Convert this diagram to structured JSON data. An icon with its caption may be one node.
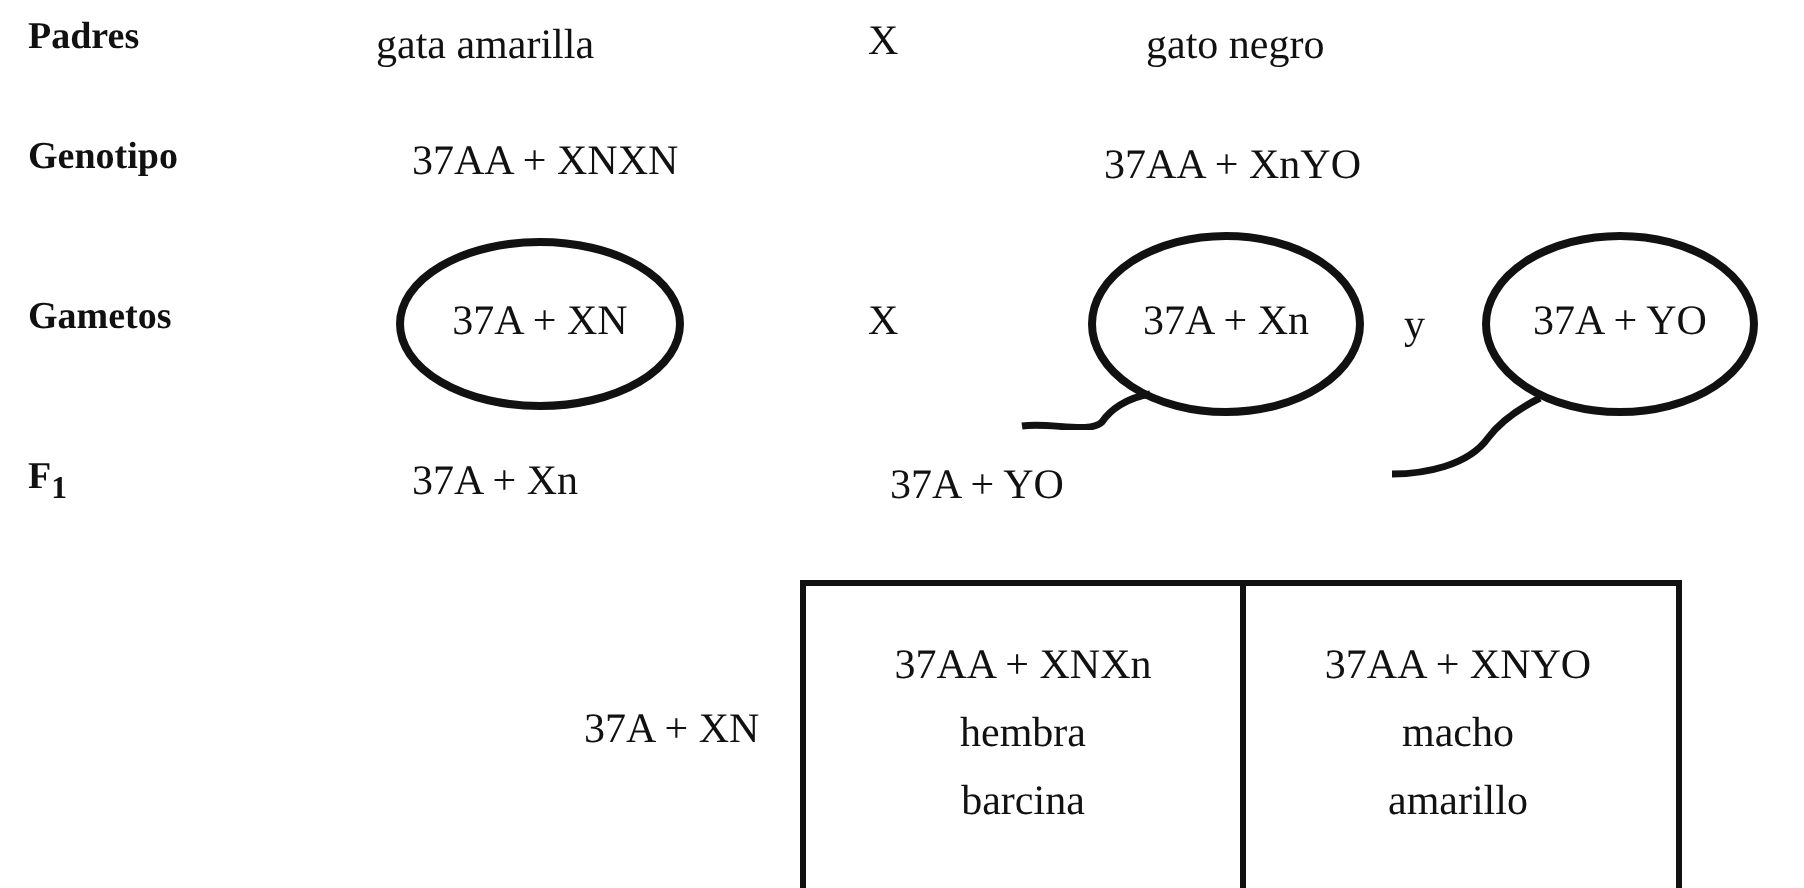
{
  "diagram": {
    "nodes": [
      {
        "text": [
          "37A + XN"
        ]
      },
      {
        "text": [
          "37A + Xn"
        ]
      },
      {
        "text": [
          "37A + YO"
        ]
      }
    ],
    "labels": [
      "Padres",
      "gata amarilla",
      "X",
      "gato negro",
      "Genotipo",
      "37AA + XNXN",
      "37AA + XnYO",
      "Gametos",
      "X",
      "y",
      "F$_{1}$",
      "37A + Xn",
      "37A + YO",
      "37A + XN",
      "37AA + XNXn",
      "hembra barcina",
      "37AA + XNYO",
      "macho amarillo"
    ]
  }
}
